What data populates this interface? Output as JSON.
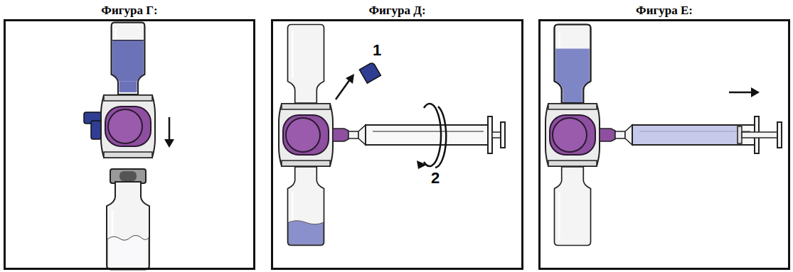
{
  "diagram": {
    "nodes": [
      {
        "text": [
          "Фигура Г:"
        ]
      },
      {
        "text": [
          "Фигура Д:"
        ]
      },
      {
        "text": [
          "Фигура Е:"
        ]
      }
    ],
    "labels": [
      "1",
      "2"
    ]
  }
}
